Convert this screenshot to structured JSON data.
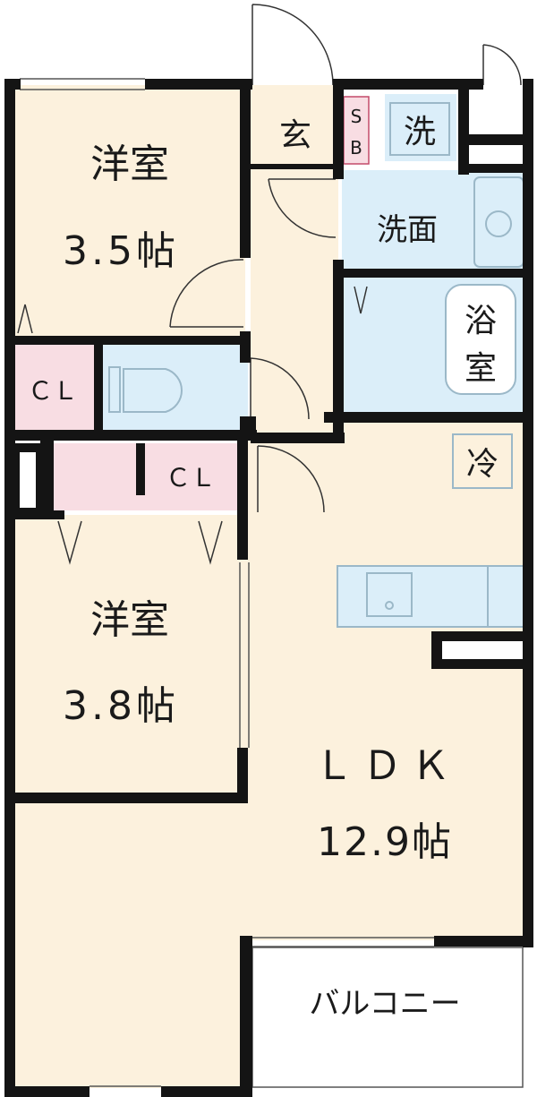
{
  "rooms": {
    "western_room_a": {
      "name": "洋室",
      "size": "3.5帖"
    },
    "western_room_b": {
      "name": "洋室",
      "size": "3.8帖"
    },
    "ldk": {
      "name": "ＬＤＫ",
      "size": "12.9帖"
    },
    "entrance": "玄",
    "shoe_box": [
      "S",
      "B"
    ],
    "washer": "洗",
    "washroom": "洗面",
    "bath": [
      "浴",
      "室"
    ],
    "closet_a": "ＣＬ",
    "closet_b": "ＣＬ",
    "refrigerator": "冷",
    "balcony": "バルコニー"
  },
  "colors": {
    "wall": "#141414",
    "room_fill": "#fcf1dd",
    "wet_fill": "#dbeef9",
    "closet_fill": "#f8dde3",
    "fixture_stroke": "#9bb8c8",
    "balcony_fill": "#ffffff"
  }
}
